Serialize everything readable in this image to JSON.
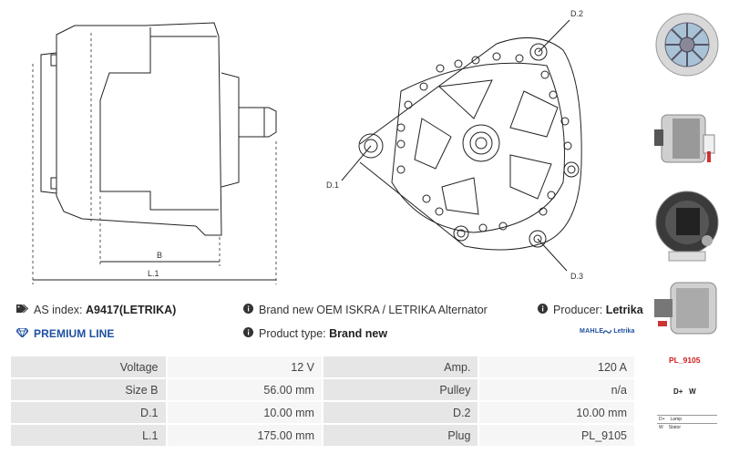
{
  "drawing": {
    "label_d1": "D.1",
    "label_d2": "D.2",
    "label_d3": "D.3",
    "label_b": "B",
    "label_l1": "L.1"
  },
  "info": {
    "as_index_label": "AS index:",
    "as_index_value": "A9417(LETRIKA)",
    "description": "Brand new OEM ISKRA / LETRIKA Alternator",
    "producer_label": "Producer:",
    "producer_value": "Letrika",
    "premium_line": "PREMIUM LINE",
    "product_type_label": "Product type:",
    "product_type_value": "Brand new",
    "logo_mahle": "MAHLE",
    "logo_letrika": "Letrika"
  },
  "specs": [
    {
      "label1": "Voltage",
      "value1": "12 V",
      "label2": "Amp.",
      "value2": "120 A"
    },
    {
      "label1": "Size B",
      "value1": "56.00 mm",
      "label2": "Pulley",
      "value2": "n/a"
    },
    {
      "label1": "D.1",
      "value1": "10.00 mm",
      "label2": "D.2",
      "value2": "10.00 mm"
    },
    {
      "label1": "L.1",
      "value1": "175.00 mm",
      "label2": "Plug",
      "value2": "PL_9105"
    }
  ],
  "sidebar": {
    "plug_code": "PL_9105",
    "plug_terminals": "D+   W",
    "mini_rows": [
      {
        "k": "D+",
        "v": "Lamp"
      },
      {
        "k": "W",
        "v": "Stator"
      }
    ]
  },
  "colors": {
    "premium_blue": "#1f4fa0",
    "plug_red": "#d11c1c",
    "label_cell": "#e6e6e6",
    "value_cell": "#f6f6f6"
  }
}
